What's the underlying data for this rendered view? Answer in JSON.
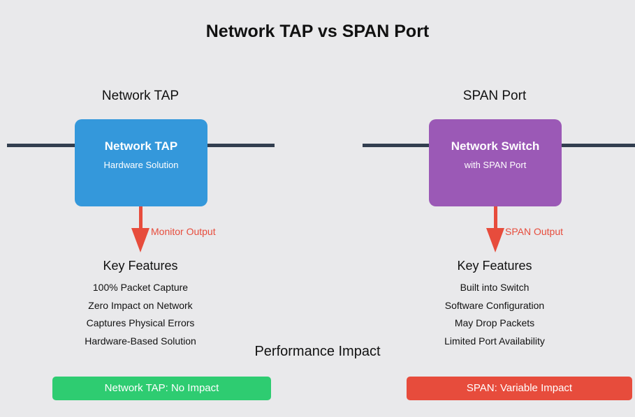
{
  "title": "Network TAP vs SPAN Port",
  "performance_heading": "Performance Impact",
  "left": {
    "heading": "Network TAP",
    "box_title": "Network TAP",
    "box_subtitle": "Hardware Solution",
    "arrow_label": "Monitor Output",
    "features_heading": "Key Features",
    "features": [
      "100% Packet Capture",
      "Zero Impact on Network",
      "Captures Physical Errors",
      "Hardware-Based Solution"
    ],
    "impact_label": "Network TAP: No Impact"
  },
  "right": {
    "heading": "SPAN Port",
    "box_title": "Network Switch",
    "box_subtitle": "with SPAN Port",
    "arrow_label": "SPAN Output",
    "features_heading": "Key Features",
    "features": [
      "Built into Switch",
      "Software Configuration",
      "May Drop Packets",
      "Limited Port Availability"
    ],
    "impact_label": "SPAN: Variable Impact"
  },
  "colors": {
    "background": "#e9e9eb",
    "tap_box": "#3498db",
    "span_box": "#9b59b6",
    "network_line": "#323e4f",
    "arrow": "#e74c3c",
    "tap_impact_badge": "#2ecc71",
    "span_impact_badge": "#e74c3c",
    "box_text": "#ffffff",
    "heading_text": "#111111"
  }
}
